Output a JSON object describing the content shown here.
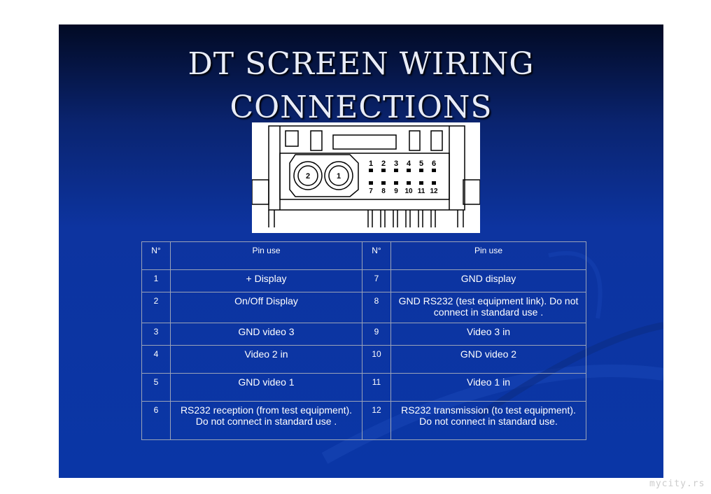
{
  "title_line1": "DT SCREEN WIRING",
  "title_line2": "CONNECTIONS",
  "connector": {
    "coax": [
      "1",
      "2"
    ],
    "pins_top": [
      "1",
      "2",
      "3",
      "4",
      "5",
      "6"
    ],
    "pins_bottom": [
      "7",
      "8",
      "9",
      "10",
      "11",
      "12"
    ]
  },
  "table": {
    "headers": [
      "N°",
      "Pin use",
      "N°",
      "Pin use"
    ],
    "rows": [
      [
        "1",
        "+ Display",
        "7",
        "GND display"
      ],
      [
        "2",
        "On/Off Display",
        "8",
        "GND RS232 (test equipment link). Do not connect in standard use ."
      ],
      [
        "3",
        "GND video 3",
        "9",
        "Video 3 in"
      ],
      [
        "4",
        "Video 2 in",
        "10",
        "GND video 2"
      ],
      [
        "5",
        "GND video 1",
        "11",
        "Video 1 in"
      ],
      [
        "6",
        "RS232 reception (from test equipment). Do not connect in standard use .",
        "12",
        "RS232 transmission (to test equipment). Do not connect in standard use."
      ]
    ]
  },
  "watermark": "mycity.rs"
}
